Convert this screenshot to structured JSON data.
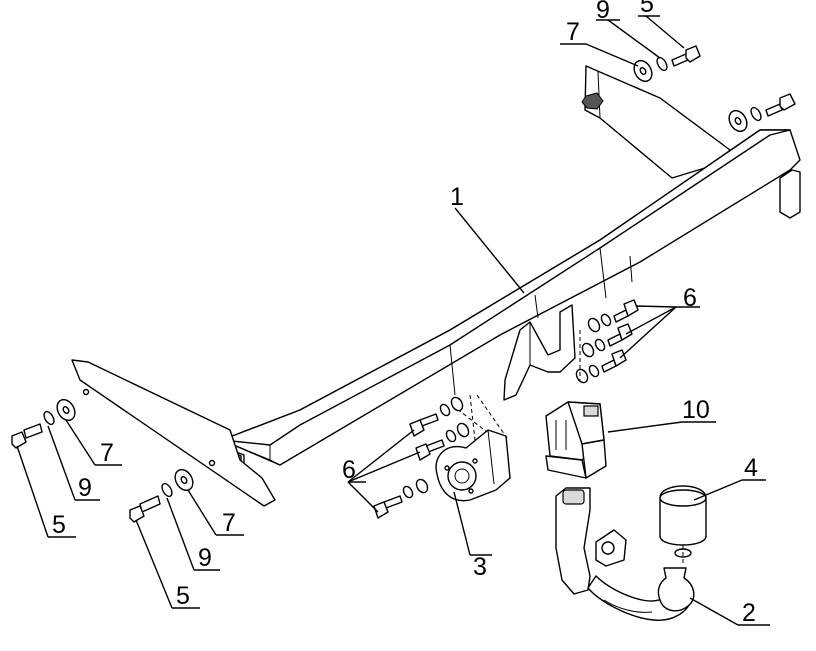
{
  "diagram": {
    "callouts": [
      "1",
      "2",
      "3",
      "4",
      "5",
      "6",
      "7",
      "9",
      "10"
    ]
  },
  "labels": {
    "main_beam": "1",
    "tow_ball": "2",
    "socket_plate": "3",
    "ball_cover": "4",
    "bolt": "5",
    "bolt_set": "6",
    "washer": "7",
    "spring_washer": "9",
    "module": "10"
  }
}
